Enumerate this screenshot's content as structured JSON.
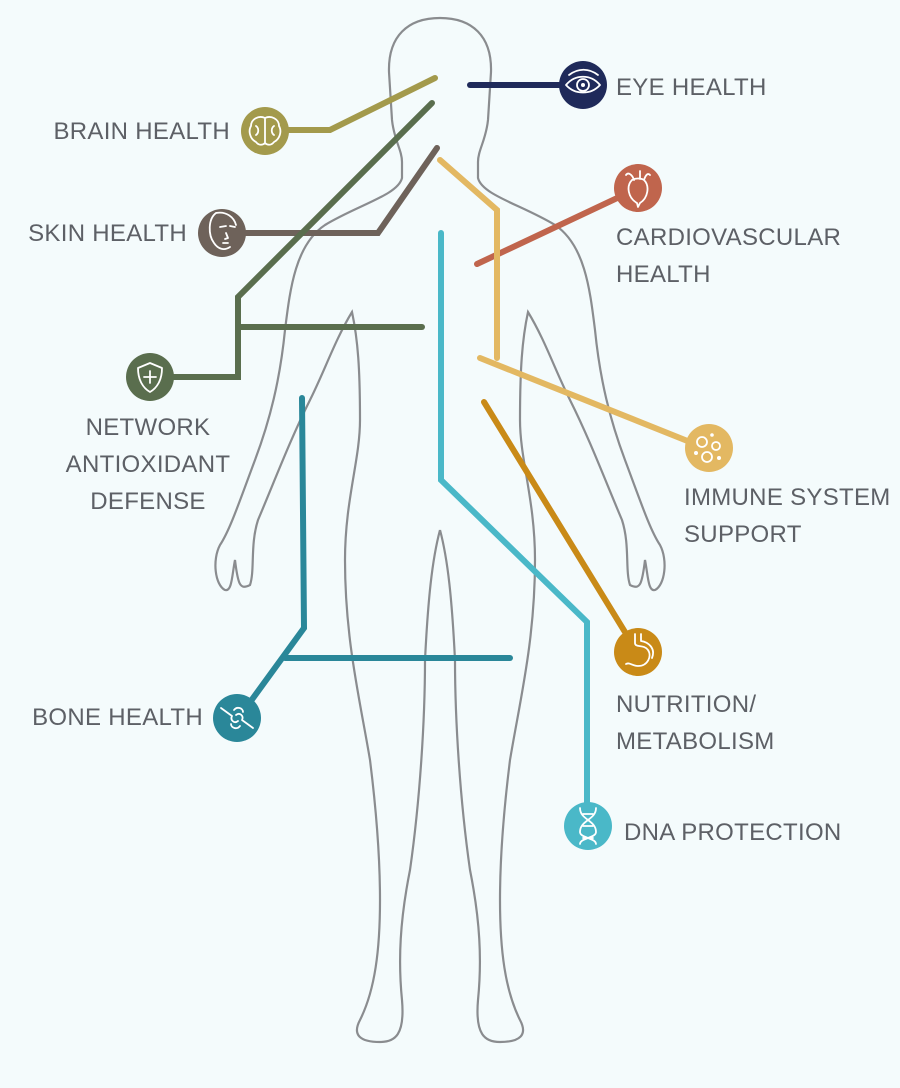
{
  "title": "Body health benefits diagram",
  "colors": {
    "background": "#f4fbfc",
    "text": "#5d6066",
    "outline": "#8a8c8f",
    "eye": "#1f2a5a",
    "brain": "#a39a4c",
    "skin": "#6e625a",
    "network": "#5a6e4e",
    "cardio": "#c0654d",
    "immune": "#e3b862",
    "nutrition": "#c98a17",
    "dna": "#4ab8c8",
    "bone": "#2a8799"
  },
  "labels": {
    "eye": "EYE HEALTH",
    "brain": "BRAIN HEALTH",
    "skin": "SKIN HEALTH",
    "cardio": [
      "CARDIOVASCULAR",
      "HEALTH"
    ],
    "network": [
      "NETWORK",
      "ANTIOXIDANT",
      "DEFENSE"
    ],
    "immune": [
      "IMMUNE SYSTEM",
      "SUPPORT"
    ],
    "nutrition": [
      "NUTRITION/",
      "METABOLISM"
    ],
    "bone": "BONE HEALTH",
    "dna": "DNA PROTECTION"
  },
  "icons": {
    "eye": "eye-icon",
    "brain": "brain-icon",
    "skin": "face-icon",
    "cardio": "heart-icon",
    "network": "shield-plus-icon",
    "immune": "cells-icon",
    "nutrition": "stomach-icon",
    "bone": "bone-joint-icon",
    "dna": "dna-icon"
  }
}
